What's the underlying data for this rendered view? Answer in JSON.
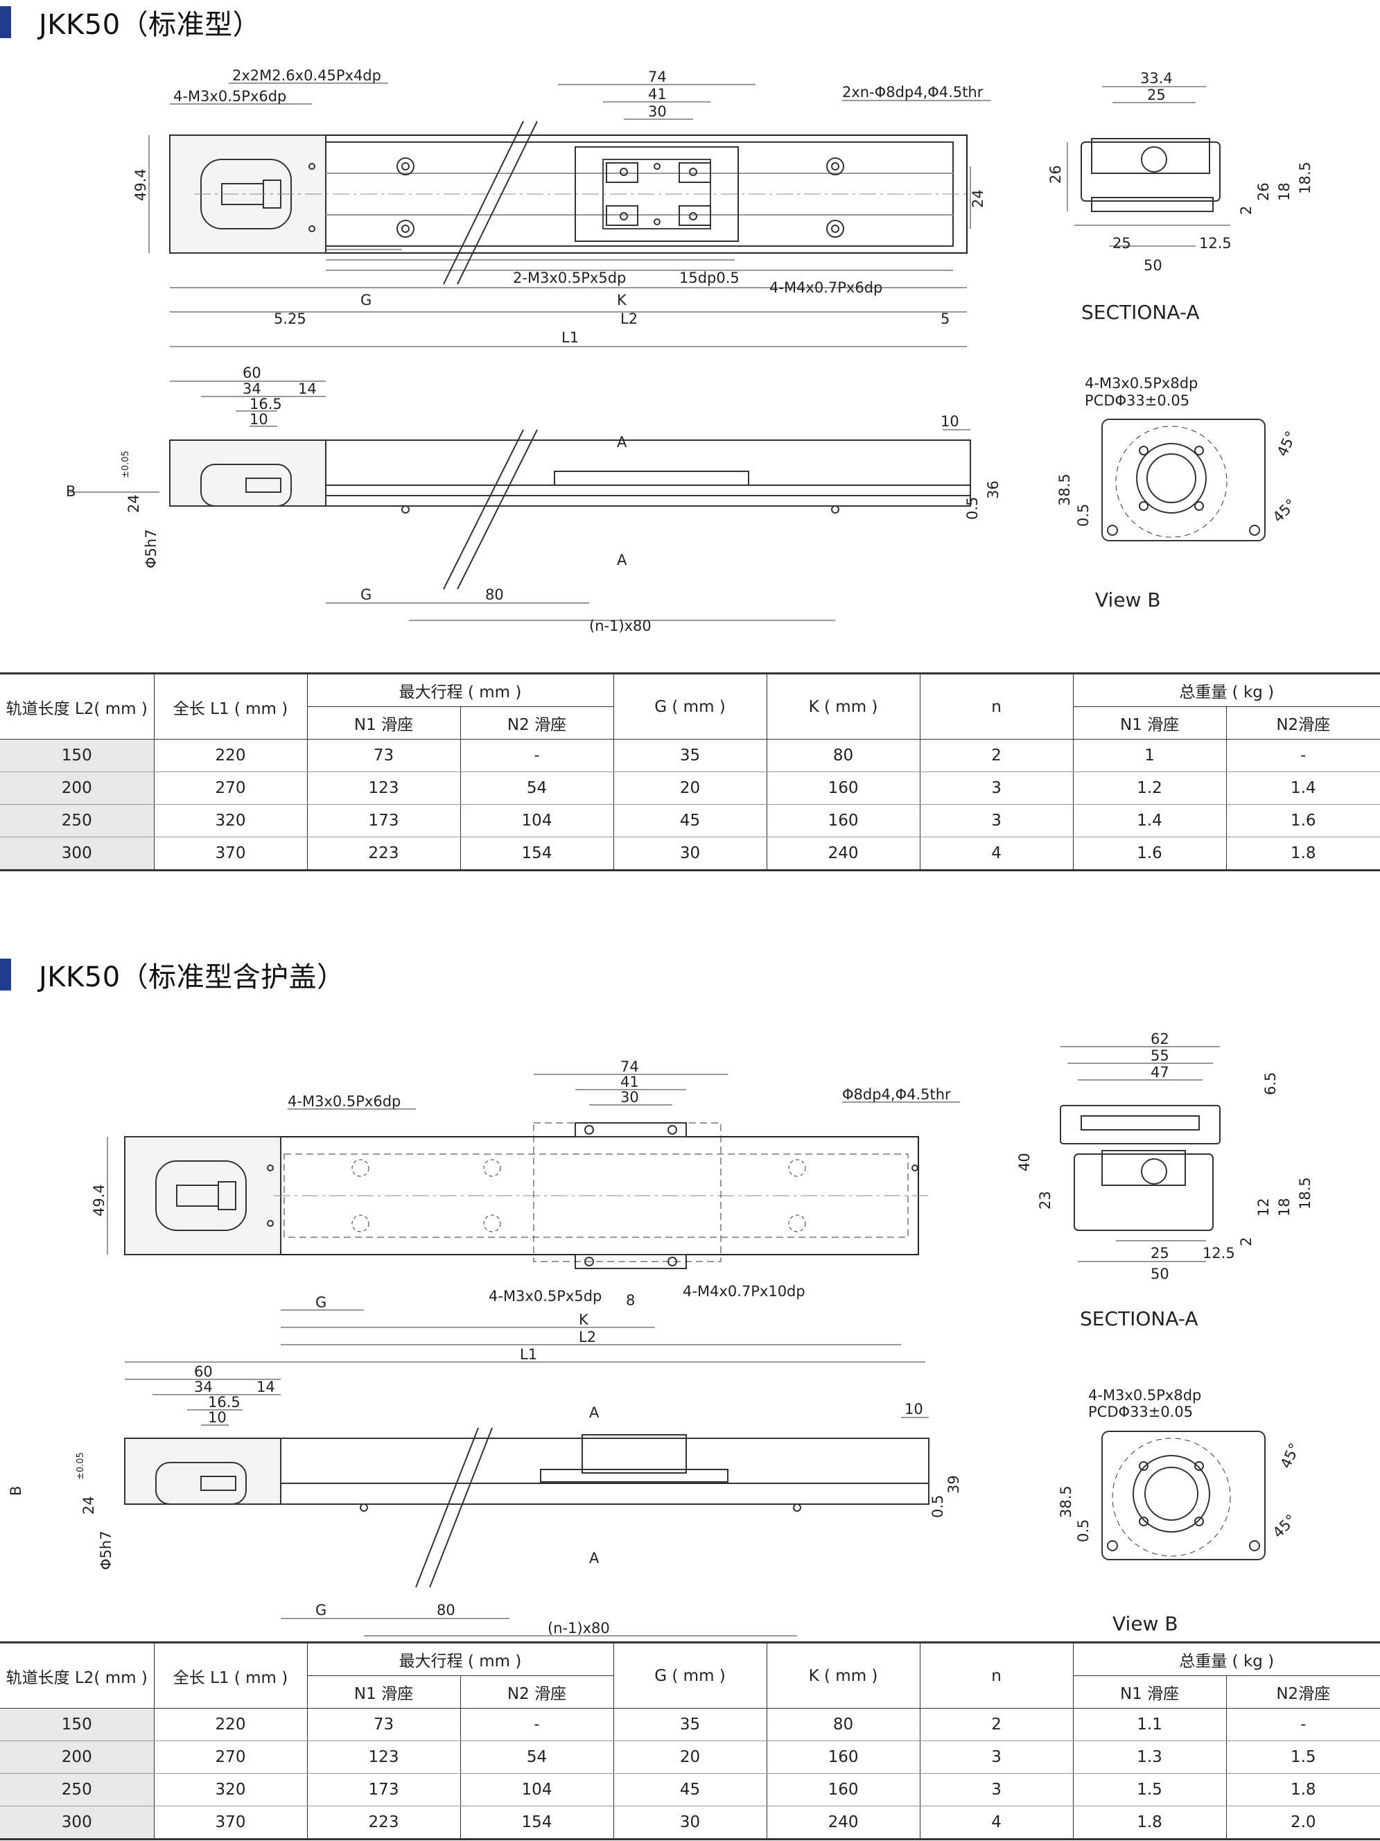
{
  "colors": {
    "accent": "#1f3c8c",
    "line": "#333333",
    "row_shade": "#e8e8e8"
  },
  "section1": {
    "title": "JKK50（标准型）",
    "top_view": {
      "callouts": [
        "2x2M2.6x0.45Px4dp",
        "4-M3x0.5Px6dp",
        "2xn-Φ8dp4,Φ4.5thr",
        "2-M3x0.5Px5dp",
        "15dp0.5",
        "4-M4x0.7Px6dp"
      ],
      "dims": [
        "74",
        "41",
        "30",
        "49.4",
        "24",
        "G",
        "K",
        "5.25",
        "L2",
        "5",
        "L1"
      ]
    },
    "section_a": {
      "label": "SECTIONA-A",
      "dims": [
        "33.4",
        "25",
        "26",
        "18.5",
        "26",
        "18",
        "2",
        "25",
        "12.5",
        "50"
      ]
    },
    "side_view": {
      "dims": [
        "60",
        "34",
        "14",
        "16.5",
        "10",
        "10",
        "B",
        "24",
        "±0.05",
        "Φ5h7",
        "A",
        "A",
        "36",
        "0.5",
        "G",
        "80",
        "(n-1)x80"
      ]
    },
    "view_b": {
      "label": "View B",
      "callouts": [
        "4-M3x0.5Px8dp",
        "PCDΦ33±0.05"
      ],
      "dims": [
        "38.5",
        "0.5",
        "45°",
        "45°"
      ]
    }
  },
  "table1": {
    "headers": {
      "rail": "轨道长度 L2( mm )",
      "total": "全长 L1 ( mm )",
      "stroke": "最大行程 ( mm )",
      "n1": "N1 滑座",
      "n2": "N2 滑座",
      "g": "G ( mm )",
      "k": "K ( mm )",
      "n": "n",
      "weight": "总重量 ( kg )",
      "w_n1": "N1 滑座",
      "w_n2": "N2滑座"
    },
    "rows": [
      [
        "150",
        "220",
        "73",
        "-",
        "35",
        "80",
        "2",
        "1",
        "-"
      ],
      [
        "200",
        "270",
        "123",
        "54",
        "20",
        "160",
        "3",
        "1.2",
        "1.4"
      ],
      [
        "250",
        "320",
        "173",
        "104",
        "45",
        "160",
        "3",
        "1.4",
        "1.6"
      ],
      [
        "300",
        "370",
        "223",
        "154",
        "30",
        "240",
        "4",
        "1.6",
        "1.8"
      ]
    ]
  },
  "section2": {
    "title": "JKK50（标准型含护盖）",
    "top_view": {
      "callouts": [
        "4-M3x0.5Px6dp",
        "Φ8dp4,Φ4.5thr",
        "4-M3x0.5Px5dp",
        "8",
        "4-M4x0.7Px10dp"
      ],
      "dims": [
        "74",
        "41",
        "30",
        "49.4",
        "G",
        "K",
        "L2",
        "L1"
      ]
    },
    "section_a": {
      "label": "SECTIONA-A",
      "dims": [
        "62",
        "55",
        "47",
        "6.5",
        "40",
        "23",
        "12",
        "18",
        "18.5",
        "2",
        "25",
        "12.5",
        "50"
      ]
    },
    "side_view": {
      "dims": [
        "60",
        "34",
        "14",
        "16.5",
        "10",
        "10",
        "B",
        "24",
        "±0.05",
        "Φ5h7",
        "A",
        "A",
        "39",
        "0.5",
        "G",
        "80",
        "(n-1)x80"
      ]
    },
    "view_b": {
      "label": "View B",
      "callouts": [
        "4-M3x0.5Px8dp",
        "PCDΦ33±0.05"
      ],
      "dims": [
        "38.5",
        "0.5",
        "45°",
        "45°"
      ]
    }
  },
  "table2": {
    "headers": {
      "rail": "轨道长度 L2( mm )",
      "total": "全长 L1 ( mm )",
      "stroke": "最大行程 ( mm )",
      "n1": "N1 滑座",
      "n2": "N2 滑座",
      "g": "G ( mm )",
      "k": "K ( mm )",
      "n": "n",
      "weight": "总重量 ( kg )",
      "w_n1": "N1 滑座",
      "w_n2": "N2滑座"
    },
    "rows": [
      [
        "150",
        "220",
        "73",
        "-",
        "35",
        "80",
        "2",
        "1.1",
        "-"
      ],
      [
        "200",
        "270",
        "123",
        "54",
        "20",
        "160",
        "3",
        "1.3",
        "1.5"
      ],
      [
        "250",
        "320",
        "173",
        "104",
        "45",
        "160",
        "3",
        "1.5",
        "1.8"
      ],
      [
        "300",
        "370",
        "223",
        "154",
        "30",
        "240",
        "4",
        "1.8",
        "2.0"
      ]
    ]
  }
}
